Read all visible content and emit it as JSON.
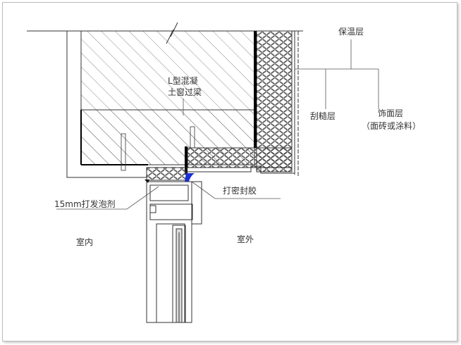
{
  "labels": {
    "beam_line1": "L型混凝",
    "beam_line2": "土窗过梁",
    "insulation": "保温层",
    "scratch_coat": "刮糙层",
    "finish_layer": "饰面层",
    "finish_layer_note": "（面砖或涂料）",
    "sealant": "打密封胶",
    "foam": "15mm打发泡剂",
    "indoor": "室内",
    "outdoor": "室外"
  },
  "colors": {
    "line": "#333333",
    "sealant": "#1a2fd6"
  }
}
